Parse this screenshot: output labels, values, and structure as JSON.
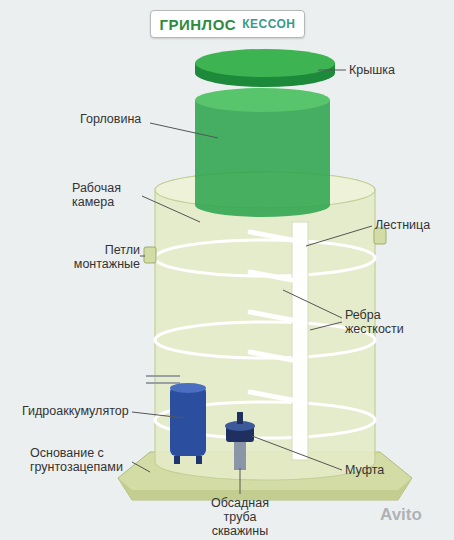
{
  "diagram": {
    "nodes": [
      {
        "text": [
          "ГРИНЛОС",
          "КЕССОН"
        ]
      }
    ],
    "labels": [
      "Крышка",
      "Горловина",
      "Рабочая камера",
      "Петли монтажные",
      "Лестница",
      "Ребра жесткости",
      "Гидроаккумулятор",
      "Основание с грунтозацепами",
      "Муфта",
      "Обсадная труба скважины",
      "Avito"
    ]
  }
}
